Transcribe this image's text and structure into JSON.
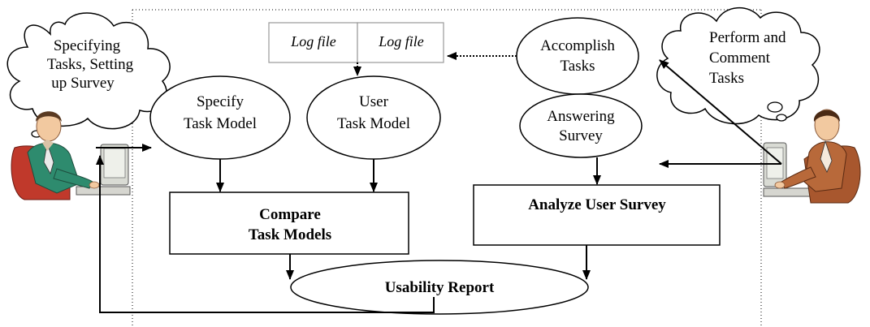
{
  "clouds": {
    "left": [
      "Specifying",
      "Tasks, Setting",
      "up Survey"
    ],
    "right": [
      "Perform and",
      "Comment",
      "Tasks"
    ]
  },
  "log_files": [
    "Log file",
    "Log file"
  ],
  "ellipses": {
    "accomplish": [
      "Accomplish",
      "Tasks"
    ],
    "specify": [
      "Specify",
      "Task Model"
    ],
    "user_model": [
      "User",
      "Task Model"
    ],
    "answering": [
      "Answering",
      "Survey"
    ],
    "usability": "Usability Report"
  },
  "boxes": {
    "compare": [
      "Compare",
      "Task Models"
    ],
    "analyze": "Analyze User Survey"
  },
  "colors": {
    "left_person_jacket": "#2e8b6e",
    "right_person_jacket": "#b8693a",
    "log_box_border": "#9a9a9a"
  }
}
